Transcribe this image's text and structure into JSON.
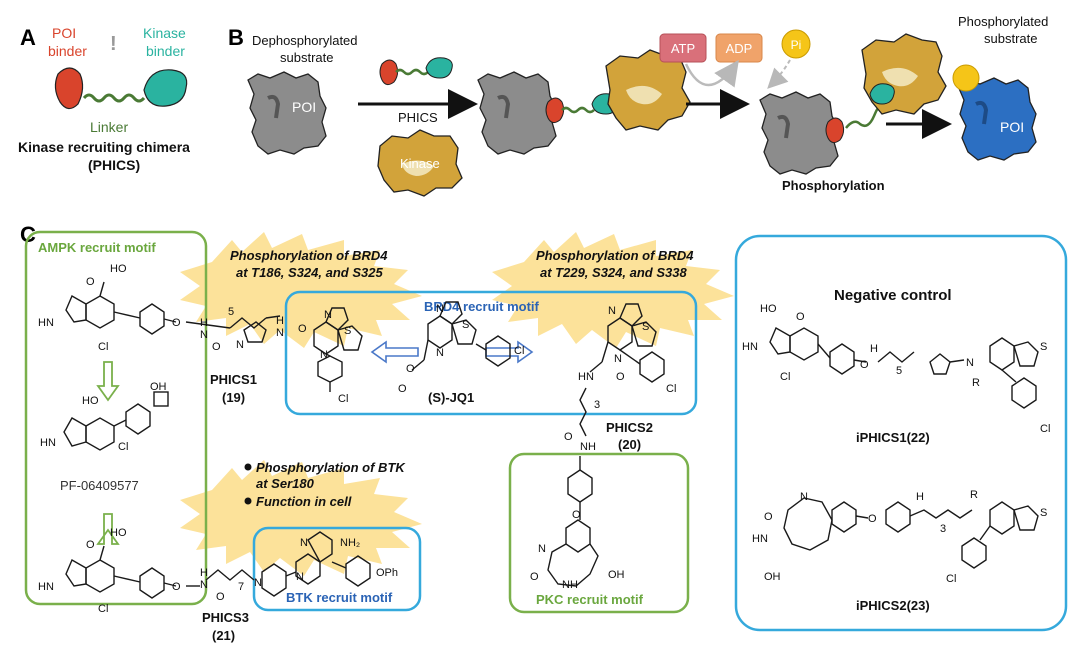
{
  "panels": {
    "a": "A",
    "b": "B",
    "c": "C"
  },
  "panel_a": {
    "poi_binder": [
      "POI",
      "binder"
    ],
    "kinase_binder": [
      "Kinase",
      "binder"
    ],
    "separator": "!",
    "linker": "Linker",
    "title": "Kinase recruiting chimera",
    "title_abbr": "(PHICS)"
  },
  "panel_b": {
    "dephos": [
      "Dephosphorylated",
      "substrate"
    ],
    "poi": "POI",
    "phics": "PHICS",
    "kinase": "Kinase",
    "atp": "ATP",
    "adp": "ADP",
    "pi": "Pi",
    "phosphorylation": "Phosphorylation",
    "phos_substrate": [
      "Phosphorylated",
      "substrate"
    ],
    "poi_final": "POI"
  },
  "panel_c": {
    "ampk_motif": "AMPK recruit motif",
    "brd4_motif": "BRD4 recruit motif",
    "btk_motif": "BTK recruit motif",
    "pkc_motif": "PKC recruit motif",
    "negative_control": "Negative control",
    "callout1": [
      "Phosphorylation of BRD4",
      "at T186, S324, and S325"
    ],
    "callout2": [
      "Phosphorylation of BRD4",
      "at T229, S324, and S338"
    ],
    "callout3": [
      "Phosphorylation of BTK",
      "at Ser180",
      "Function in cell"
    ],
    "phics1": "PHICS1",
    "phics1_num": "(19)",
    "phics2": "PHICS2",
    "phics2_num": "(20)",
    "phics3": "PHICS3",
    "phics3_num": "(21)",
    "sjq1": "(S)-JQ1",
    "pf": "PF-06409577",
    "iphics1": "iPHICS1(22)",
    "iphics2": "iPHICS2(23)",
    "atoms": {
      "ho": "HO",
      "o": "O",
      "hn": "HN",
      "h": "H",
      "n": "N",
      "nh": "NH",
      "cl": "Cl",
      "s": "S",
      "nh2": "NH₂",
      "oph": "OPh",
      "oh": "OH",
      "r": "R",
      "five": "5",
      "three": "3",
      "seven": "7"
    }
  },
  "colors": {
    "poi_red": "#d9442c",
    "kinase_teal": "#2ab3a0",
    "linker_green": "#4a7a35",
    "substrate_gray": "#8c8c8c",
    "kinase_gold": "#d2a33a",
    "poi_blue": "#2c6fc2",
    "atp_red": "#d9707a",
    "adp_orange": "#f0a36a",
    "pi_yellow": "#f5c518",
    "green_box": "#7ab04b",
    "blue_box": "#35a9dc",
    "burst": "#fce29a"
  }
}
